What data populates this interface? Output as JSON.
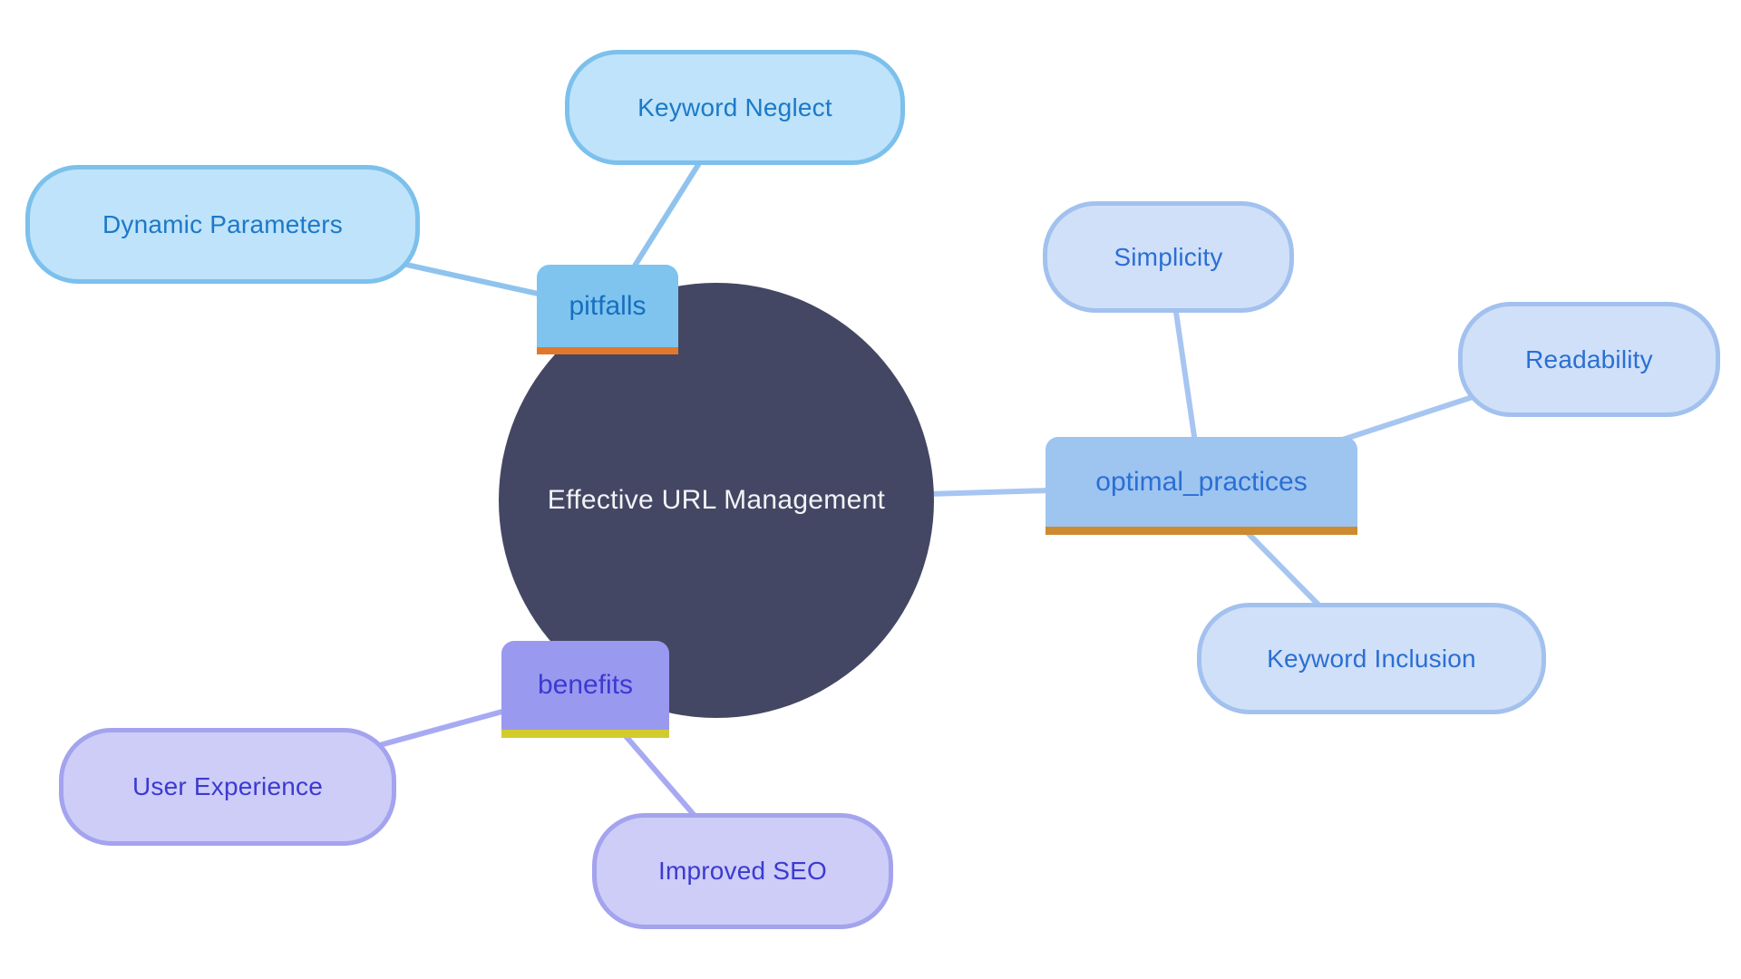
{
  "background": "#ffffff",
  "center": {
    "label": "Effective URL Management",
    "fill": "#444763",
    "text_color": "#f2f3f7"
  },
  "connector_colors": {
    "pitfalls": "#8fc3ee",
    "optimal_practices": "#a7c5f1",
    "benefits": "#a7aaf2"
  },
  "branches": [
    {
      "id": "pitfalls",
      "label": "pitfalls",
      "fill": "#7fc4ef",
      "text_color": "#186fbe",
      "underline_color": "#e2772c",
      "child_style": {
        "fill": "#bfe3fa",
        "border": "#7cc0ec",
        "text": "#1c79c8"
      },
      "children": [
        {
          "label": "Keyword Neglect"
        },
        {
          "label": "Dynamic Parameters"
        }
      ]
    },
    {
      "id": "optimal_practices",
      "label": "optimal_practices",
      "fill": "#9ec4f0",
      "text_color": "#2a6fd4",
      "underline_color": "#cd8a2f",
      "child_style": {
        "fill": "#d0e0f8",
        "border": "#a2c1ee",
        "text": "#2a6fd4"
      },
      "children": [
        {
          "label": "Simplicity"
        },
        {
          "label": "Readability"
        },
        {
          "label": "Keyword Inclusion"
        }
      ]
    },
    {
      "id": "benefits",
      "label": "benefits",
      "fill": "#9a99f0",
      "text_color": "#3c3ad0",
      "underline_color": "#d3cb2e",
      "child_style": {
        "fill": "#cdcdf8",
        "border": "#a3a3ee",
        "text": "#3c3ad0"
      },
      "children": [
        {
          "label": "User Experience"
        },
        {
          "label": "Improved SEO"
        }
      ]
    }
  ]
}
